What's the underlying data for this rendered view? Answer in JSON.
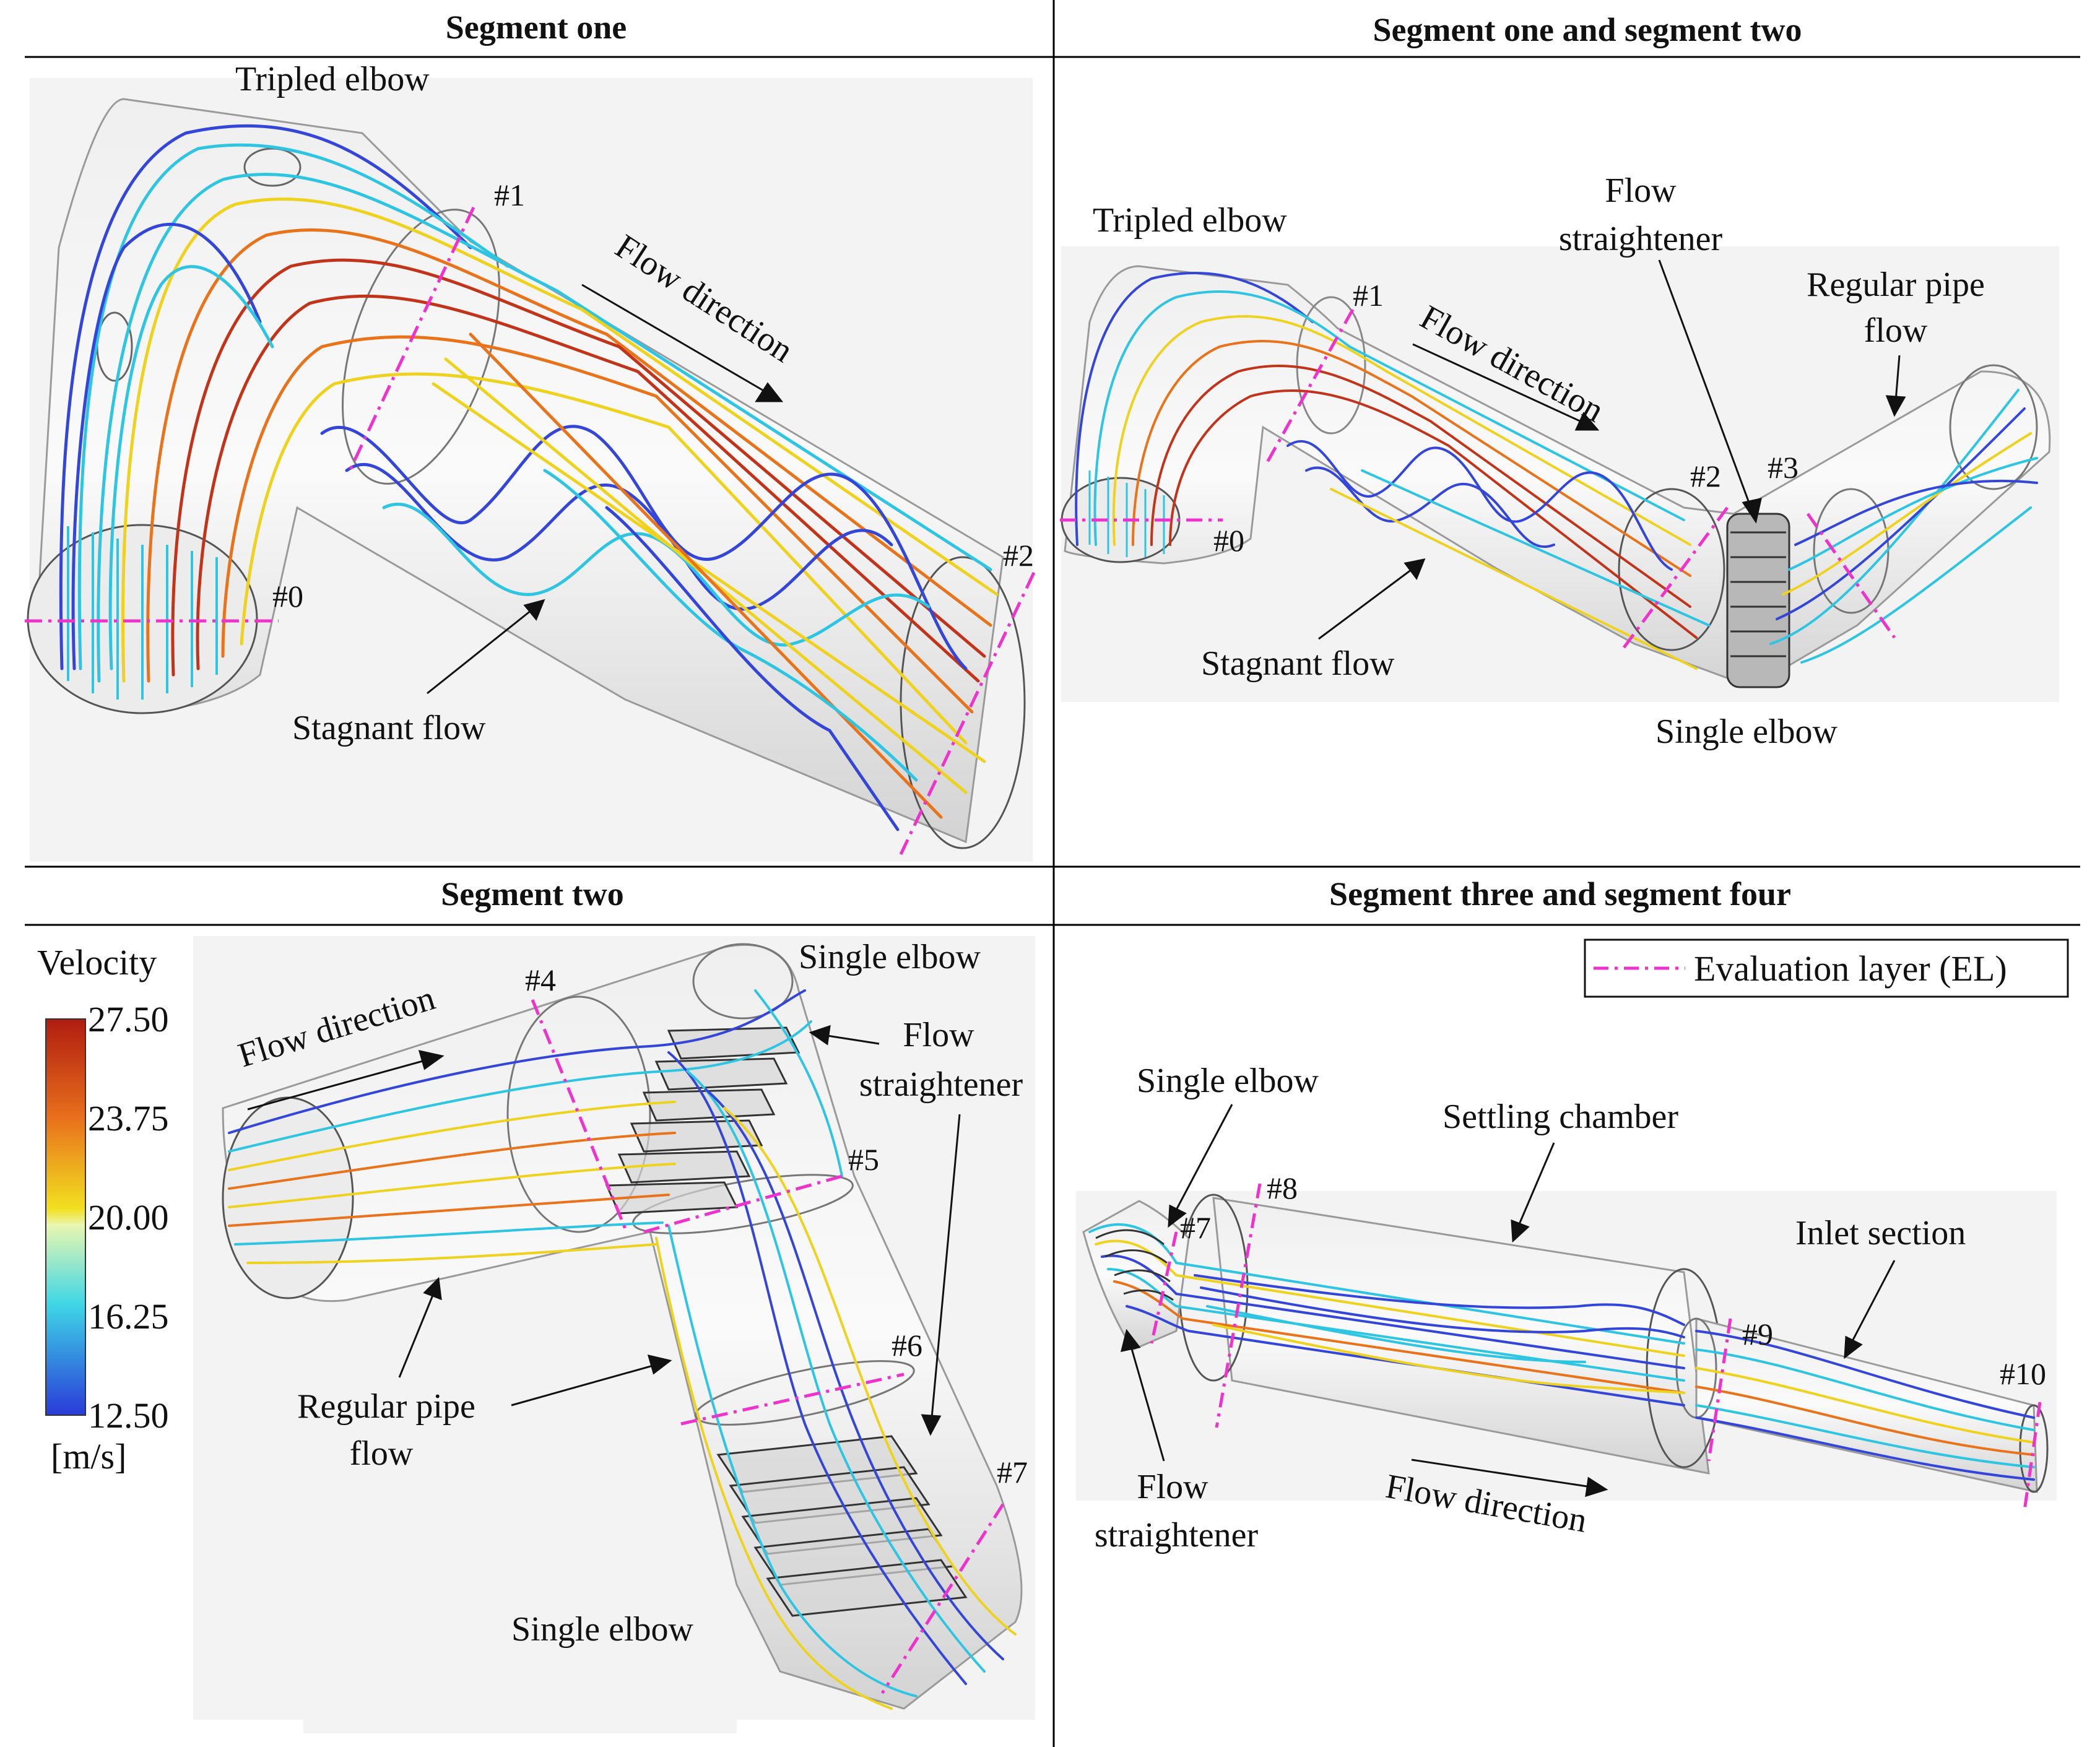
{
  "panels": {
    "top_left": {
      "title": "Segment one",
      "labels": {
        "tripled_elbow": "Tripled elbow",
        "flow_direction": "Flow direction",
        "stagnant_flow": "Stagnant flow"
      },
      "layers": [
        "#0",
        "#1",
        "#2"
      ]
    },
    "top_right": {
      "title": "Segment one and segment two",
      "labels": {
        "tripled_elbow": "Tripled elbow",
        "flow_straightener_1": "Flow",
        "flow_straightener_2": "straightener",
        "regular_pipe_1": "Regular pipe",
        "regular_pipe_2": "flow",
        "flow_direction": "Flow direction",
        "stagnant_flow": "Stagnant flow",
        "single_elbow": "Single elbow"
      },
      "layers": [
        "#0",
        "#1",
        "#2",
        "#3"
      ]
    },
    "bottom_left": {
      "title": "Segment two",
      "labels": {
        "single_elbow_top": "Single elbow",
        "flow_direction": "Flow direction",
        "flow_straightener_1": "Flow",
        "flow_straightener_2": "straightener",
        "regular_pipe_1": "Regular pipe",
        "regular_pipe_2": "flow",
        "single_elbow_bottom": "Single elbow"
      },
      "layers": [
        "#4",
        "#5",
        "#6",
        "#7"
      ]
    },
    "bottom_right": {
      "title": "Segment three and segment four",
      "labels": {
        "single_elbow": "Single elbow",
        "settling_chamber": "Settling chamber",
        "inlet_section": "Inlet section",
        "flow_straightener_1": "Flow",
        "flow_straightener_2": "straightener",
        "flow_direction": "Flow direction"
      },
      "layers": [
        "#7",
        "#8",
        "#9",
        "#10"
      ]
    }
  },
  "colorbar": {
    "title": "Velocity",
    "unit": "[m/s]",
    "ticks": [
      "27.50",
      "23.75",
      "20.00",
      "16.25",
      "12.50"
    ],
    "colors": [
      "#b01c10",
      "#e8701c",
      "#f2e020",
      "#e9f6b0",
      "#3ed6e6",
      "#2a3ad8"
    ]
  },
  "legend": {
    "label": "Evaluation layer (EL)",
    "line_color": "#ee33cc"
  },
  "colors": {
    "streamline_blue": "#3346d8",
    "streamline_cyan": "#2ec5e2",
    "streamline_yellow": "#efd21e",
    "streamline_orange": "#e8731a",
    "streamline_red": "#c2341a",
    "pipe": "#d9d9d9"
  }
}
